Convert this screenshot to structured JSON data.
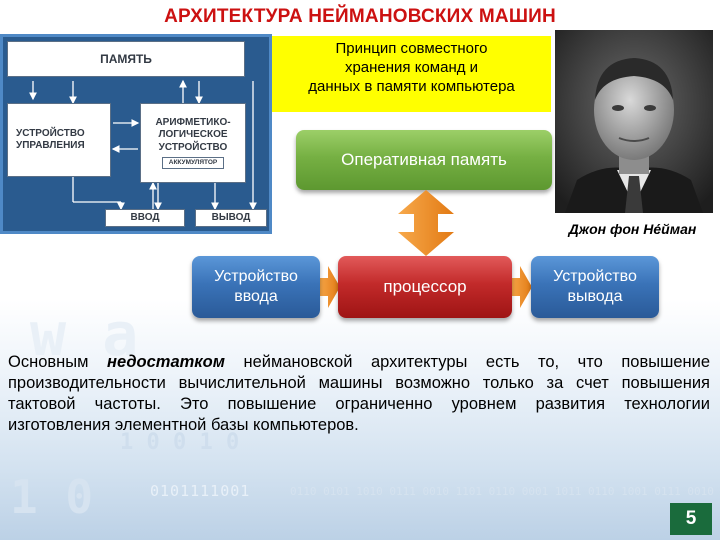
{
  "title": "АРХИТЕКТУРА НЕЙМАНОВСКИХ МАШИН",
  "diagram": {
    "memory": "ПАМЯТЬ",
    "control_unit": "УСТРОЙСТВО\nУПРАВЛЕНИЯ",
    "alu": "АРИФМЕТИКО-\nЛОГИЧЕСКОЕ\nУСТРОЙСТВО",
    "accumulator": "АККУМУЛЯТОР",
    "input": "ВВОД",
    "output": "ВЫВОД"
  },
  "principle": {
    "line1": "Принцип совместного",
    "line2": "хранения команд и",
    "line3": "данных в памяти компьютера"
  },
  "portrait": {
    "caption": "Джон фон Не́йман"
  },
  "blocks": {
    "ram": "Оперативная память",
    "cpu": "процессор",
    "input_line1": "Устройство",
    "input_line2": "ввода",
    "output_line1": "Устройство",
    "output_line2": "вывода"
  },
  "paragraph": {
    "before": "Основным ",
    "emphasis": "недостатком",
    "after": " неймановской архитектуры есть то, что повышение производительности вычислительной машины возможно только за счет повышения тактовой частоты. Это повышение ограниченно уровнем развития технологии изготовления элементной базы компьютеров."
  },
  "page_number": "5",
  "colors": {
    "title": "#cc1111",
    "principle_bg": "#ffff00",
    "ram": "#76b043",
    "cpu": "#c22a2a",
    "io": "#3a73b8",
    "arrows": "#f0922a",
    "page_badge": "#1a6b3c"
  }
}
